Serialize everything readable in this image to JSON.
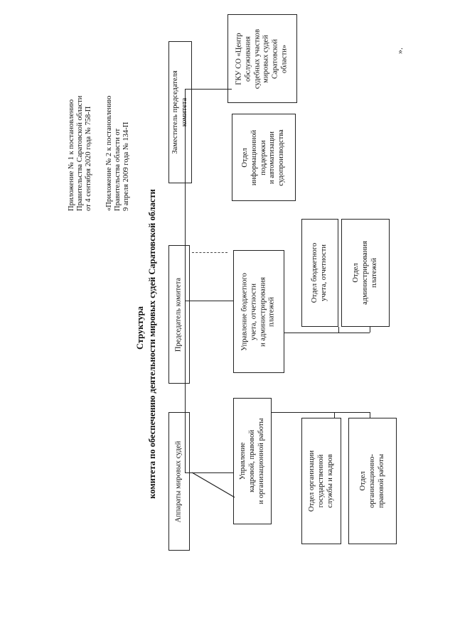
{
  "header": {
    "annex1": [
      "Приложение № 1 к постановлению",
      "Правительства Саратовской области",
      "от 4 сентября 2020 года № 758-П"
    ],
    "annex2": [
      "«Приложение № 2 к постановлению",
      "Правительства области от",
      "9 апреля 2009 года № 134-П"
    ]
  },
  "title": {
    "main": "Структура",
    "sub": "комитета по обеспечению деятельности мировых судей Саратовской области"
  },
  "boxes": {
    "apparatus": [
      "Аппараты мировых судей"
    ],
    "chairman": [
      "Председатель комитета"
    ],
    "deputy": [
      "Заместитель председателя",
      "комитета"
    ],
    "gku": [
      "ГКУ СО «Центр",
      "обслуживания",
      "судебных участков",
      "мировых судей",
      "Саратовской",
      "области»"
    ],
    "info_dept": [
      "Отдел",
      "информационной",
      "поддержки",
      "и автоматизации",
      "судопроизводства"
    ],
    "budget_mgmt": [
      "Управление бюджетного",
      "учета, отчетности",
      "и администрирования",
      "платежей"
    ],
    "budget_dept": [
      "Отдел бюджетного",
      "учета, отчетности"
    ],
    "payments_dept": [
      "Отдел",
      "администрирования",
      "платежей"
    ],
    "hr_mgmt": [
      "Управление",
      "кадровой, правовой",
      "и организационной работы"
    ],
    "civil_service_dept": [
      "Отдел организации",
      "государственной",
      "службы и кадров"
    ],
    "legal_dept": [
      "Отдел",
      "организационно-",
      "правовой работы"
    ]
  },
  "closing_mark": "»."
}
